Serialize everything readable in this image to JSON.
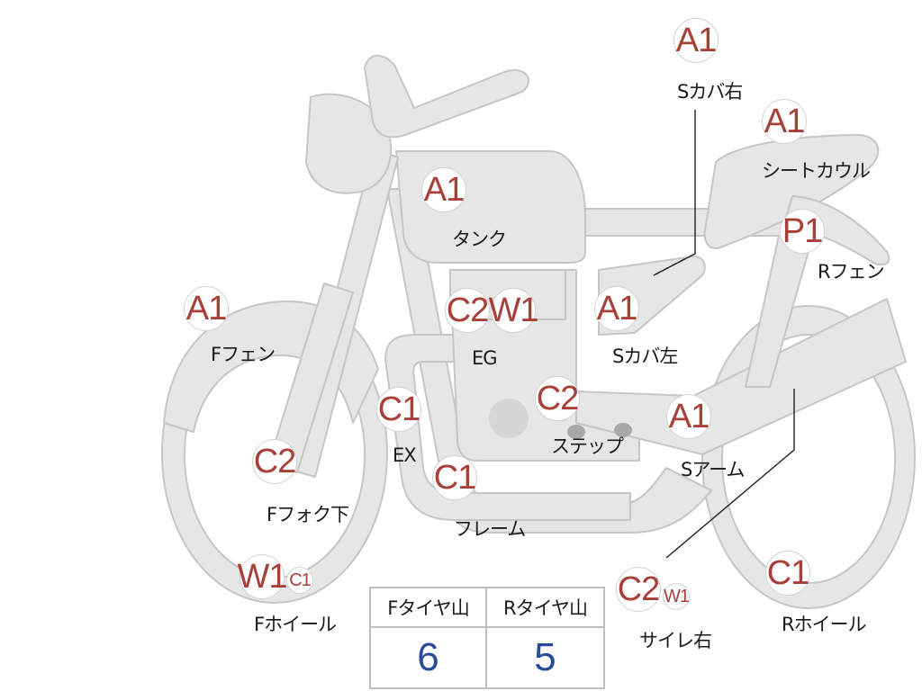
{
  "parts": [
    {
      "id": "s-cover-right",
      "badges": [
        "A1"
      ],
      "label": "Sカバ右"
    },
    {
      "id": "seat-cowl",
      "badges": [
        "A1"
      ],
      "label": "シートカウル"
    },
    {
      "id": "tank",
      "badges": [
        "A1"
      ],
      "label": "タンク"
    },
    {
      "id": "r-fender",
      "badges": [
        "P1"
      ],
      "label": "Rフェン"
    },
    {
      "id": "f-fender",
      "badges": [
        "A1"
      ],
      "label": "Fフェン"
    },
    {
      "id": "engine",
      "badges": [
        "C2",
        "W1"
      ],
      "label": "EG"
    },
    {
      "id": "s-cover-left",
      "badges": [
        "A1"
      ],
      "label": "Sカバ左"
    },
    {
      "id": "exhaust",
      "badges": [
        "C1"
      ],
      "label": "EX"
    },
    {
      "id": "step",
      "badges": [
        "C2"
      ],
      "label": "ステップ"
    },
    {
      "id": "swing-arm",
      "badges": [
        "A1"
      ],
      "label": "Sアーム"
    },
    {
      "id": "f-fork-lower",
      "badges": [
        "C2"
      ],
      "label": "Fフォク下"
    },
    {
      "id": "frame",
      "badges": [
        "C1"
      ],
      "label": "フレーム"
    },
    {
      "id": "muffler-right",
      "badges": [
        "C2",
        "W1"
      ],
      "label": "サイレ右"
    },
    {
      "id": "r-wheel",
      "badges": [
        "C1"
      ],
      "label": "Rホイール"
    },
    {
      "id": "f-wheel",
      "badges": [
        "W1",
        "C1"
      ],
      "label": "Fホイール"
    }
  ],
  "tire_table": {
    "headers": [
      "Fタイヤ山",
      "Rタイヤ山"
    ],
    "values": [
      "6",
      "5"
    ]
  },
  "colors": {
    "body_fill": "#e6e6e6",
    "body_stroke": "#c4c4c4",
    "badge_text": "#a83f38",
    "table_value": "#2a4a9a"
  }
}
